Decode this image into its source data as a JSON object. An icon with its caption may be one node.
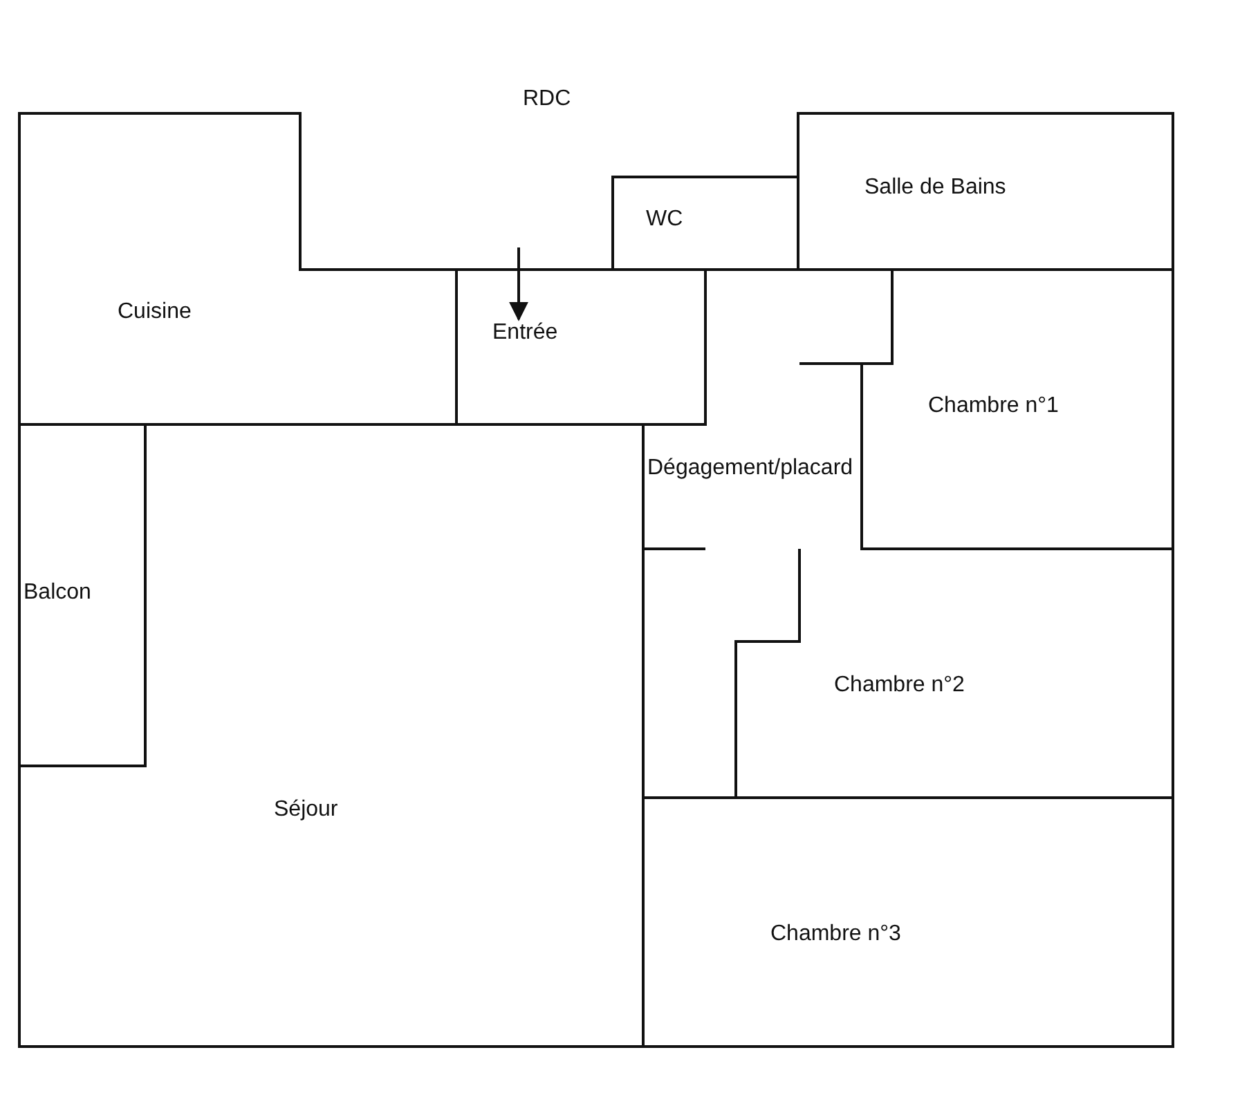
{
  "diagram": {
    "title": "RDC",
    "nodes": [
      {
        "text": [
          "Cuisine"
        ]
      },
      {
        "text": [
          "Entrée"
        ]
      },
      {
        "text": [
          "WC"
        ]
      },
      {
        "text": [
          "Salle de Bains"
        ]
      },
      {
        "text": [
          "Chambre n°1"
        ]
      },
      {
        "text": [
          "Dégagement/placard"
        ]
      },
      {
        "text": [
          "Balcon"
        ]
      },
      {
        "text": [
          "Séjour"
        ]
      },
      {
        "text": [
          "Chambre n°2"
        ]
      },
      {
        "text": [
          "Chambre n°3"
        ]
      }
    ],
    "edges": [
      {
        "from": null,
        "to": 1,
        "arrow": "to"
      }
    ]
  }
}
